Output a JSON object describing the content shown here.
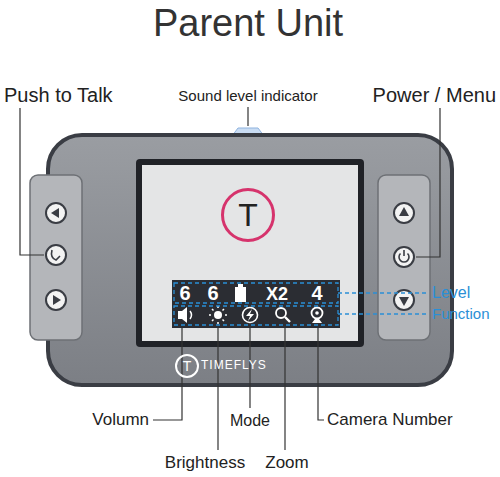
{
  "diagram": {
    "title": "Parent Unit",
    "nodes": [
      {
        "text": [
          "T"
        ]
      },
      {
        "text": [
          "T"
        ]
      }
    ],
    "labels": [
      "Push to Talk",
      "Sound level indicator",
      "Power / Menu",
      "Level",
      "Function",
      "Volumn",
      "Brightness",
      "Mode",
      "Zoom",
      "Camera Number",
      "6",
      "6",
      "X2",
      "4",
      "TIMEFLYS"
    ]
  }
}
